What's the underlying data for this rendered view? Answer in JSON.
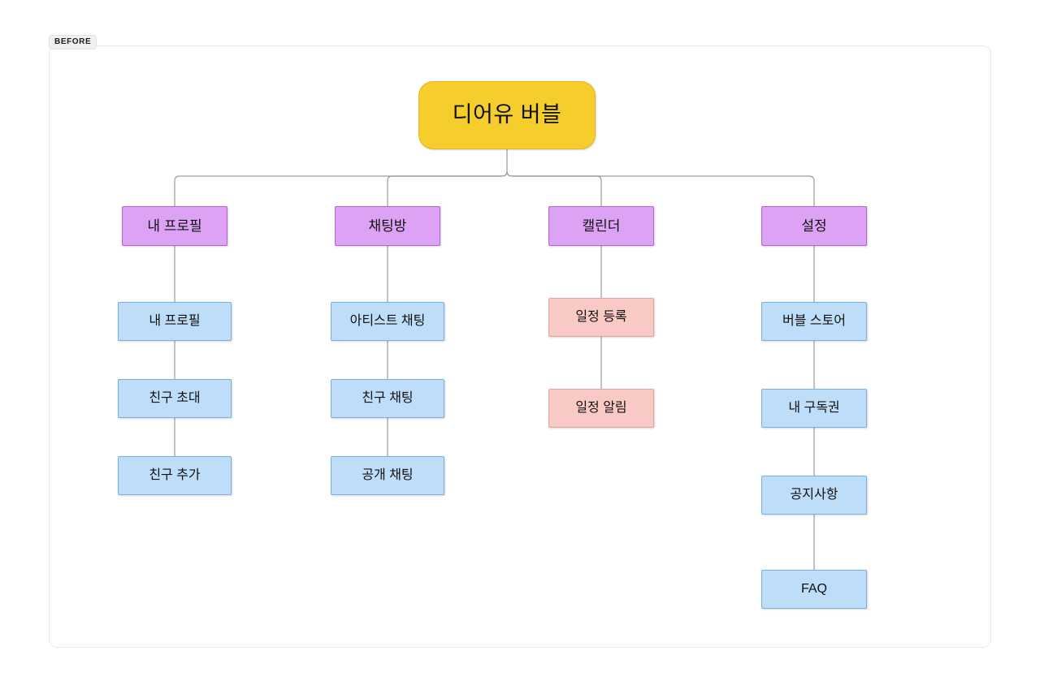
{
  "badge": {
    "label": "BEFORE"
  },
  "canvas": {
    "background_color": "#ffffff",
    "border_color": "#e9e9e9"
  },
  "palette": {
    "root_fill": "#F5CE2E",
    "root_border": "#E3B820",
    "level2_fill": "#DDA2F4",
    "level2_border": "#B463D4",
    "blue_fill": "#BEDDF8",
    "blue_border": "#7BAFDE",
    "pink_fill": "#F9C9C5",
    "pink_border": "#DDA6A2",
    "connector": "#9a9a9a"
  },
  "diagram": {
    "type": "tree",
    "root": {
      "label": "디어유 버블"
    },
    "branches": [
      {
        "label": "내 프로필",
        "children": [
          {
            "label": "내 프로필",
            "color": "blue"
          },
          {
            "label": "친구 초대",
            "color": "blue"
          },
          {
            "label": "친구 추가",
            "color": "blue"
          }
        ]
      },
      {
        "label": "채팅방",
        "children": [
          {
            "label": "아티스트 채팅",
            "color": "blue"
          },
          {
            "label": "친구 채팅",
            "color": "blue"
          },
          {
            "label": "공개 채팅",
            "color": "blue"
          }
        ]
      },
      {
        "label": "캘린더",
        "children": [
          {
            "label": "일정 등록",
            "color": "pink"
          },
          {
            "label": "일정 알림",
            "color": "pink"
          }
        ]
      },
      {
        "label": "설정",
        "children": [
          {
            "label": "버블 스토어",
            "color": "blue"
          },
          {
            "label": "내 구독권",
            "color": "blue"
          },
          {
            "label": "공지사항",
            "color": "blue"
          },
          {
            "label": "FAQ",
            "color": "blue"
          }
        ]
      }
    ]
  }
}
